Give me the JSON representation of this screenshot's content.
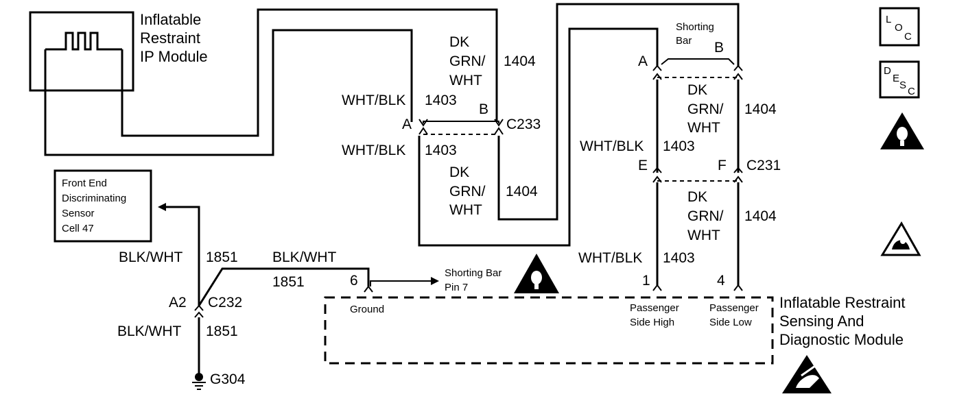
{
  "modules": {
    "ip_module": [
      "Inflatable",
      "Restraint",
      "IP Module"
    ],
    "front_end_sensor": [
      "Front End",
      "Discriminating",
      "Sensor",
      "Cell 47"
    ],
    "sdm": [
      "Inflatable Restraint",
      "Sensing And",
      "Diagnostic Module"
    ]
  },
  "connectors": {
    "c233": {
      "name": "C233",
      "pin_a": "A",
      "pin_b": "B"
    },
    "c231": {
      "name": "C231",
      "pin_e": "E",
      "pin_f": "F"
    },
    "c232": {
      "name": "C232",
      "pin": "A2"
    },
    "top_shorting": {
      "pin_a": "A",
      "pin_b": "B",
      "label": [
        "Shorting",
        "Bar"
      ]
    }
  },
  "wires": {
    "wht_blk": "WHT/BLK",
    "dk_grn_wht": [
      "DK",
      "GRN/",
      "WHT"
    ],
    "blk_wht": "BLK/WHT",
    "circuit_1403": "1403",
    "circuit_1404": "1404",
    "circuit_1851": "1851"
  },
  "sdm_pins": {
    "pin6": "6",
    "pin1": "1",
    "pin4": "4",
    "ground": "Ground",
    "pass_high": [
      "Passenger",
      "Side High"
    ],
    "pass_low": [
      "Passenger",
      "Side Low"
    ]
  },
  "shorting_bar_pin7": [
    "Shorting Bar",
    "Pin 7"
  ],
  "ground_ref": "G304",
  "icons": {
    "loc": {
      "l": "L",
      "o": "O",
      "c": "C"
    },
    "desc": {
      "d": "D",
      "e": "E",
      "s": "S",
      "c": "C"
    }
  }
}
